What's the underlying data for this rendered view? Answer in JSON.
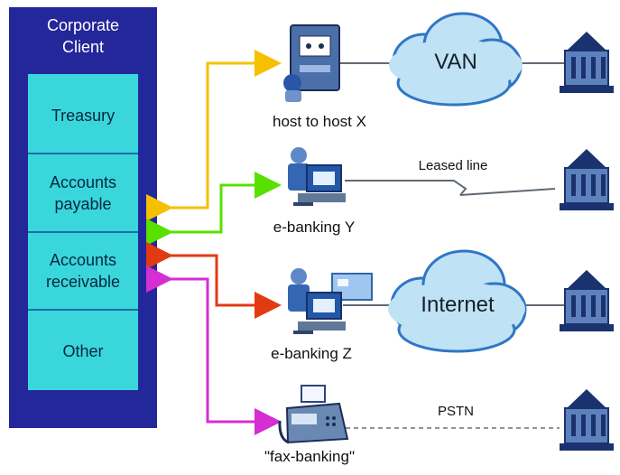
{
  "corporate_client": {
    "title_line1": "Corporate",
    "title_line2": "Client",
    "departments": [
      {
        "line1": "Treasury"
      },
      {
        "line1": "Accounts",
        "line2": "payable"
      },
      {
        "line1": "Accounts",
        "line2": "receivable"
      },
      {
        "line1": "Other"
      }
    ]
  },
  "channels": [
    {
      "label": "host to host X",
      "network_label": "VAN",
      "color": "#f5c000"
    },
    {
      "label": "e-banking Y",
      "network_label": "Leased line",
      "color": "#58e000"
    },
    {
      "label": "e-banking Z",
      "network_label": "Internet",
      "color": "#e23a13"
    },
    {
      "label": "\"fax-banking\"",
      "network_label": "PSTN",
      "color": "#d52ed3"
    }
  ],
  "colors": {
    "panel_fill": "#24279a",
    "department_fill": "#39d7dc",
    "cloud_fill": "#bfe2f5",
    "cloud_stroke": "#2f76c5",
    "bank_icon": "#1a326d",
    "line_gray": "#606a73"
  },
  "icons": {
    "server": "server-icon",
    "workstation": "workstation-icon",
    "fax": "fax-machine-icon",
    "bank": "bank-building-icon"
  }
}
